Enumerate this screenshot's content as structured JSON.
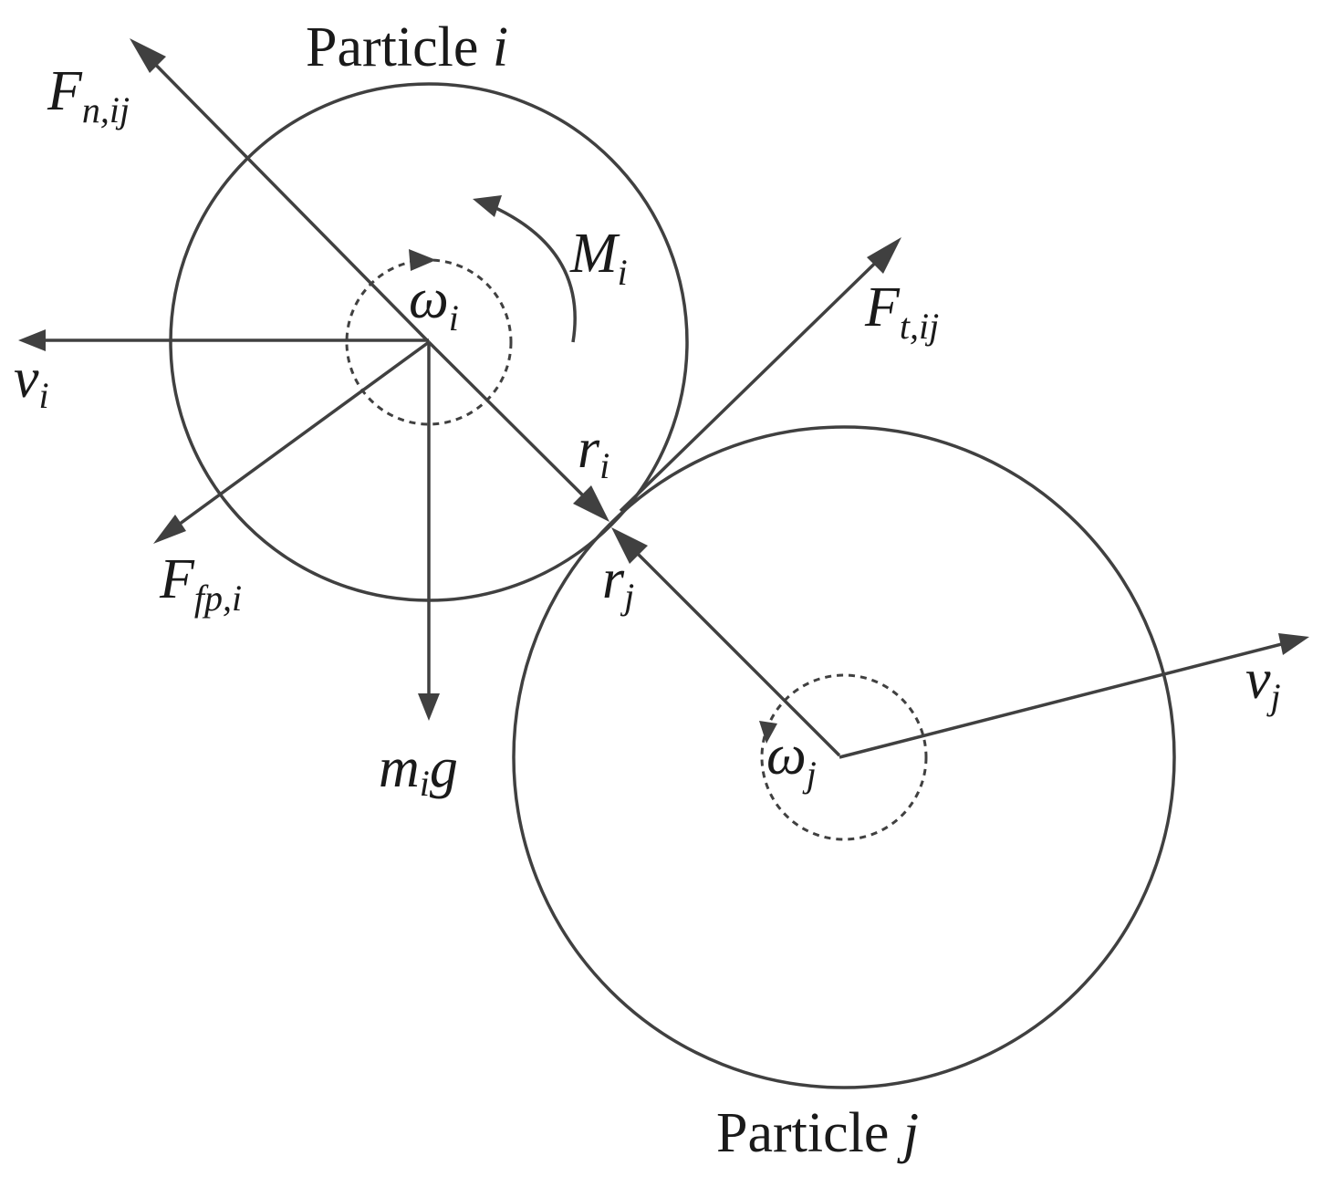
{
  "particle_i": {
    "word": "Particle",
    "symbol": "i"
  },
  "particle_j": {
    "word": "Particle",
    "symbol": "j"
  },
  "labels": {
    "F_n": {
      "main": "F",
      "sub": "n,ij"
    },
    "F_t": {
      "main": "F",
      "sub": "t,ij"
    },
    "F_fp": {
      "main": "F",
      "sub": "fp,i"
    },
    "M": {
      "main": "M",
      "sub": "i"
    },
    "omega_i": {
      "main": "ω",
      "sub": "i"
    },
    "omega_j": {
      "main": "ω",
      "sub": "j"
    },
    "v_i": {
      "main": "v",
      "sub": "i"
    },
    "v_j": {
      "main": "v",
      "sub": "j"
    },
    "r_i": {
      "main": "r",
      "sub": "i"
    },
    "r_j": {
      "main": "r",
      "sub": "j"
    },
    "mg": {
      "main": "m",
      "sub": "i",
      "tail": "g"
    }
  },
  "colors": {
    "stroke": "#404040",
    "text": "#1a1a1a",
    "background": "#ffffff"
  }
}
